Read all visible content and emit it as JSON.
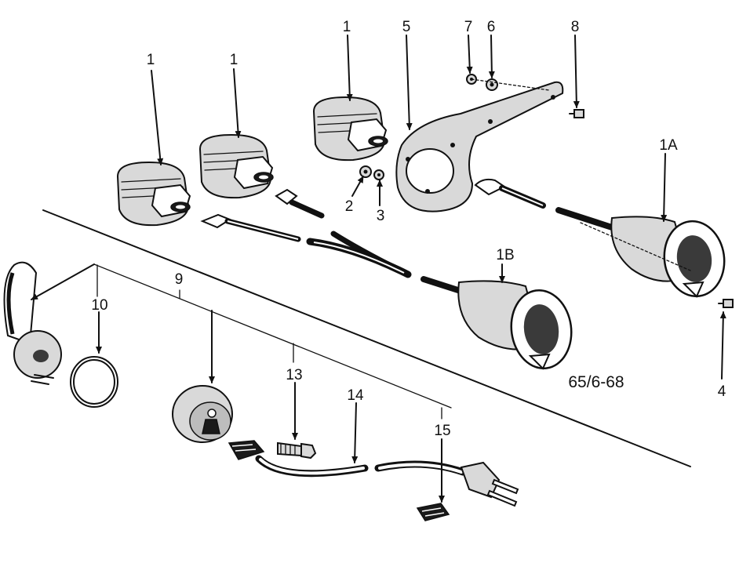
{
  "callouts": [
    {
      "id": "c1a",
      "text": "1"
    },
    {
      "id": "c1b",
      "text": "1"
    },
    {
      "id": "c1c",
      "text": "1"
    },
    {
      "id": "c2",
      "text": "2"
    },
    {
      "id": "c3",
      "text": "3"
    },
    {
      "id": "c4",
      "text": "4"
    },
    {
      "id": "c5",
      "text": "5"
    },
    {
      "id": "c6",
      "text": "6"
    },
    {
      "id": "c7",
      "text": "7"
    },
    {
      "id": "c8",
      "text": "8"
    },
    {
      "id": "c9",
      "text": "9"
    },
    {
      "id": "c10",
      "text": "10"
    },
    {
      "id": "c13",
      "text": "13"
    },
    {
      "id": "c14",
      "text": "14"
    },
    {
      "id": "c15",
      "text": "15"
    },
    {
      "id": "c1A",
      "text": "1A"
    },
    {
      "id": "c1B",
      "text": "1B"
    }
  ],
  "date_code": "65/6-68"
}
